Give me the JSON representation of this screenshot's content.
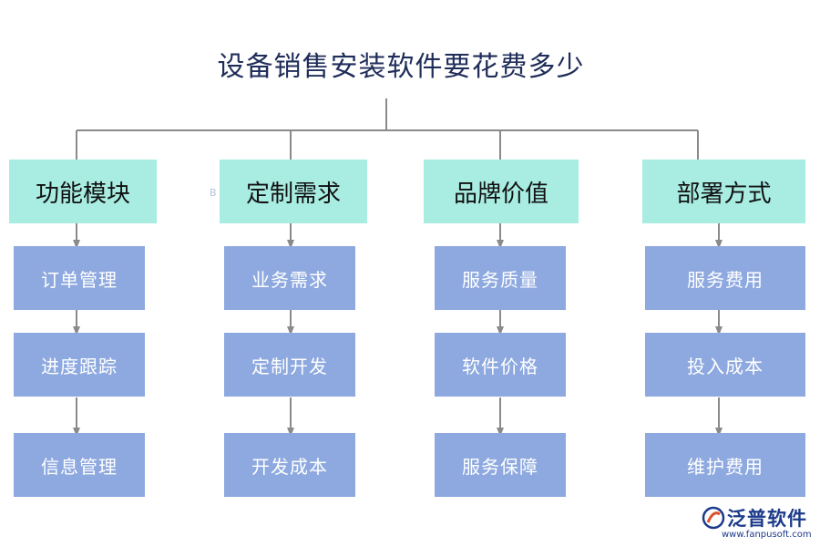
{
  "title": "设备销售安装软件要花费多少",
  "columns": [
    {
      "heading": "功能模块",
      "items": [
        "订单管理",
        "进度跟踪",
        "信息管理"
      ]
    },
    {
      "heading": "定制需求",
      "items": [
        "业务需求",
        "定制开发",
        "开发成本"
      ]
    },
    {
      "heading": "品牌价值",
      "items": [
        "服务质量",
        "软件价格",
        "服务保障"
      ]
    },
    {
      "heading": "部署方式",
      "items": [
        "服务费用",
        "投入成本",
        "维护费用"
      ]
    }
  ],
  "watermark": "B",
  "logo": {
    "name": "泛普软件",
    "url": "www.fanpusoft.com"
  },
  "colors": {
    "heading_fill": "#a8ece2",
    "item_fill": "#8ea9df",
    "connector": "#8a8a8a",
    "title": "#1f2d5a"
  }
}
